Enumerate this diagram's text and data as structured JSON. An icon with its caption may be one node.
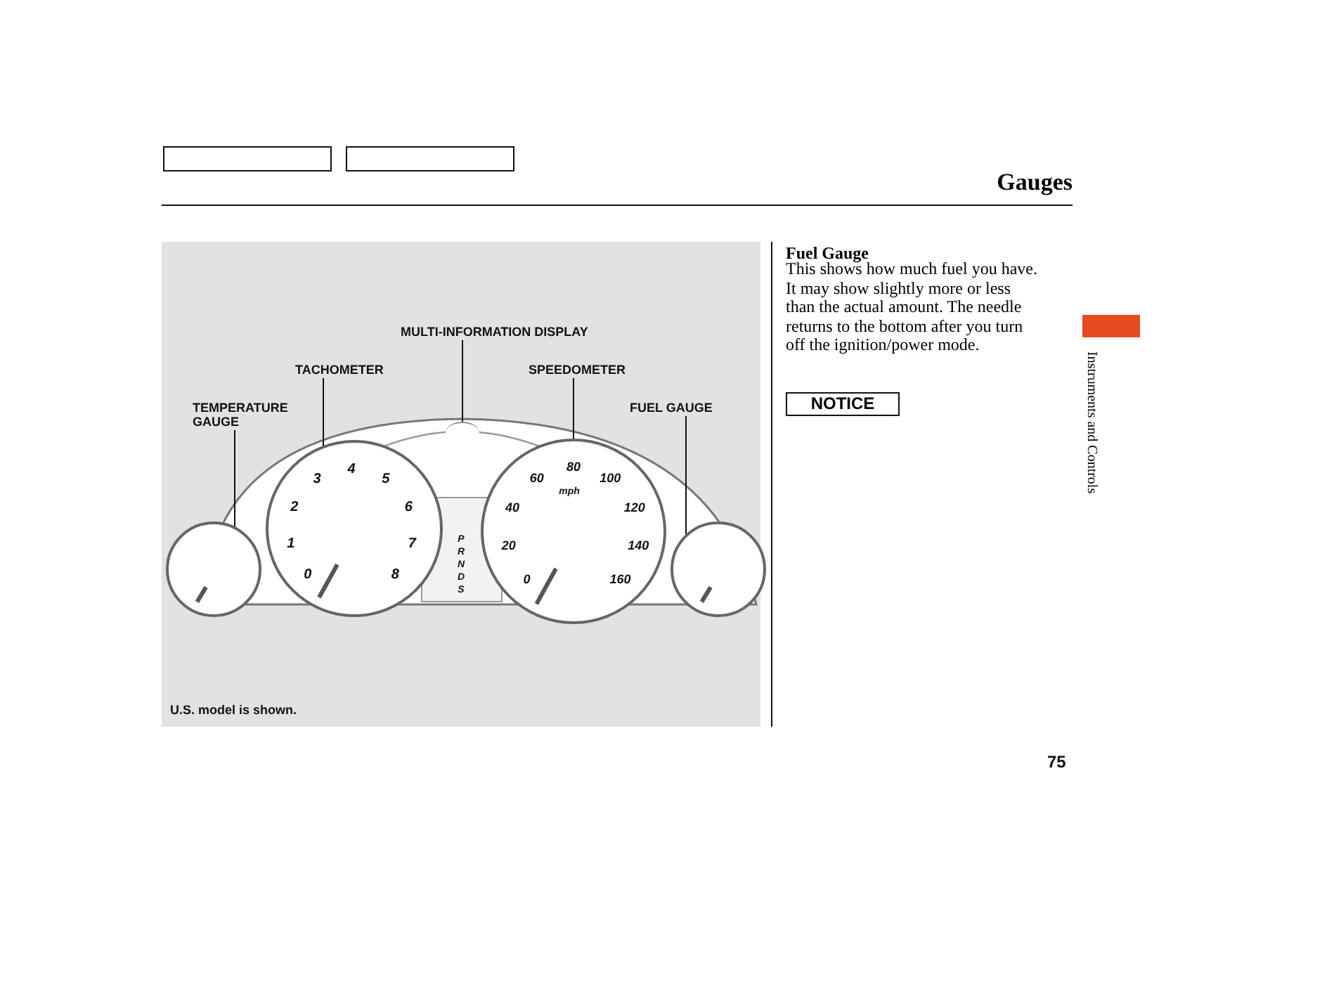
{
  "diagram": {
    "title": "Gauges",
    "nodes": [
      {
        "text": [
          "TEMPERATURE GAUGE"
        ]
      },
      {
        "text": [
          "TACHOMETER"
        ]
      },
      {
        "text": [
          "MULTI-INFORMATION DISPLAY"
        ]
      },
      {
        "text": [
          "SPEEDOMETER"
        ]
      },
      {
        "text": [
          "FUEL GAUGE"
        ]
      },
      {
        "text": [],
        "shape": "circle"
      },
      {
        "text": [],
        "shape": "circle"
      },
      {
        "text": [],
        "shape": "box"
      },
      {
        "text": [],
        "shape": "circle"
      },
      {
        "text": [],
        "shape": "circle"
      },
      {
        "text": [
          "NOTICE"
        ]
      },
      {
        "text": [],
        "shape": "box"
      },
      {
        "text": [],
        "shape": "box"
      }
    ],
    "edges": [
      {
        "from": 0,
        "to": 5,
        "arrow": "none"
      },
      {
        "from": 1,
        "to": 6,
        "arrow": "none"
      },
      {
        "from": 2,
        "to": 7,
        "arrow": "none"
      },
      {
        "from": 3,
        "to": 8,
        "arrow": "none"
      },
      {
        "from": 4,
        "to": 9,
        "arrow": "none"
      }
    ],
    "labels": [
      "0",
      "1",
      "2",
      "3",
      "4",
      "5",
      "6",
      "7",
      "8",
      "0",
      "20",
      "40",
      "60",
      "80",
      "100",
      "120",
      "140",
      "160",
      "mph",
      "P",
      "R",
      "N",
      "D",
      "S",
      "U.S. model is shown.",
      "Fuel Gauge",
      "This shows how much fuel you have. It may show slightly more or less than the actual amount. The needle returns to the bottom after you turn off the ignition/power mode.",
      "Instruments and Controls",
      "75"
    ]
  }
}
